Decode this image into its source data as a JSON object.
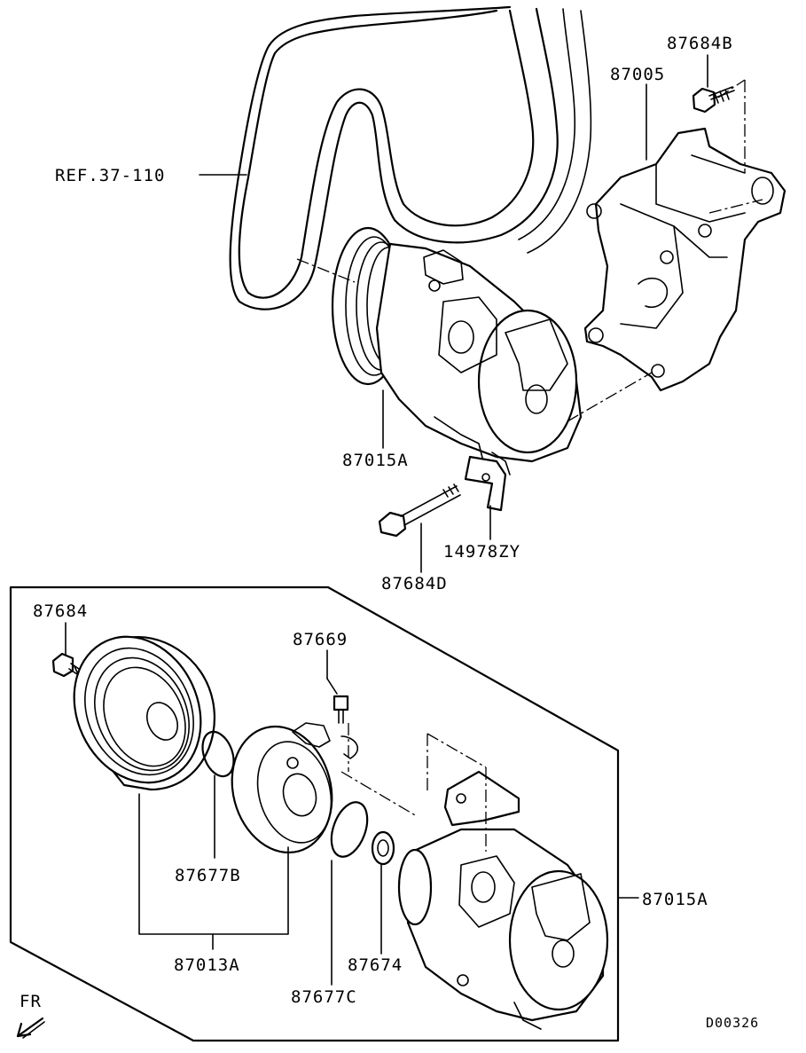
{
  "labels": {
    "ref_belt": "REF.37-110",
    "bolt_top": "87684B",
    "bracket": "87005",
    "compressor_upper": "87015A",
    "spacer_plate": "14978ZY",
    "long_bolt": "87684D",
    "pulley_bolt": "87684",
    "clutch_screw": "87669",
    "snap_ring_b": "87677B",
    "clutch_assy": "87013A",
    "shim": "87674",
    "snap_ring_c": "87677C",
    "compressor_lower": "87015A"
  },
  "direction_marker": "FR",
  "diagram_code": "D00326"
}
